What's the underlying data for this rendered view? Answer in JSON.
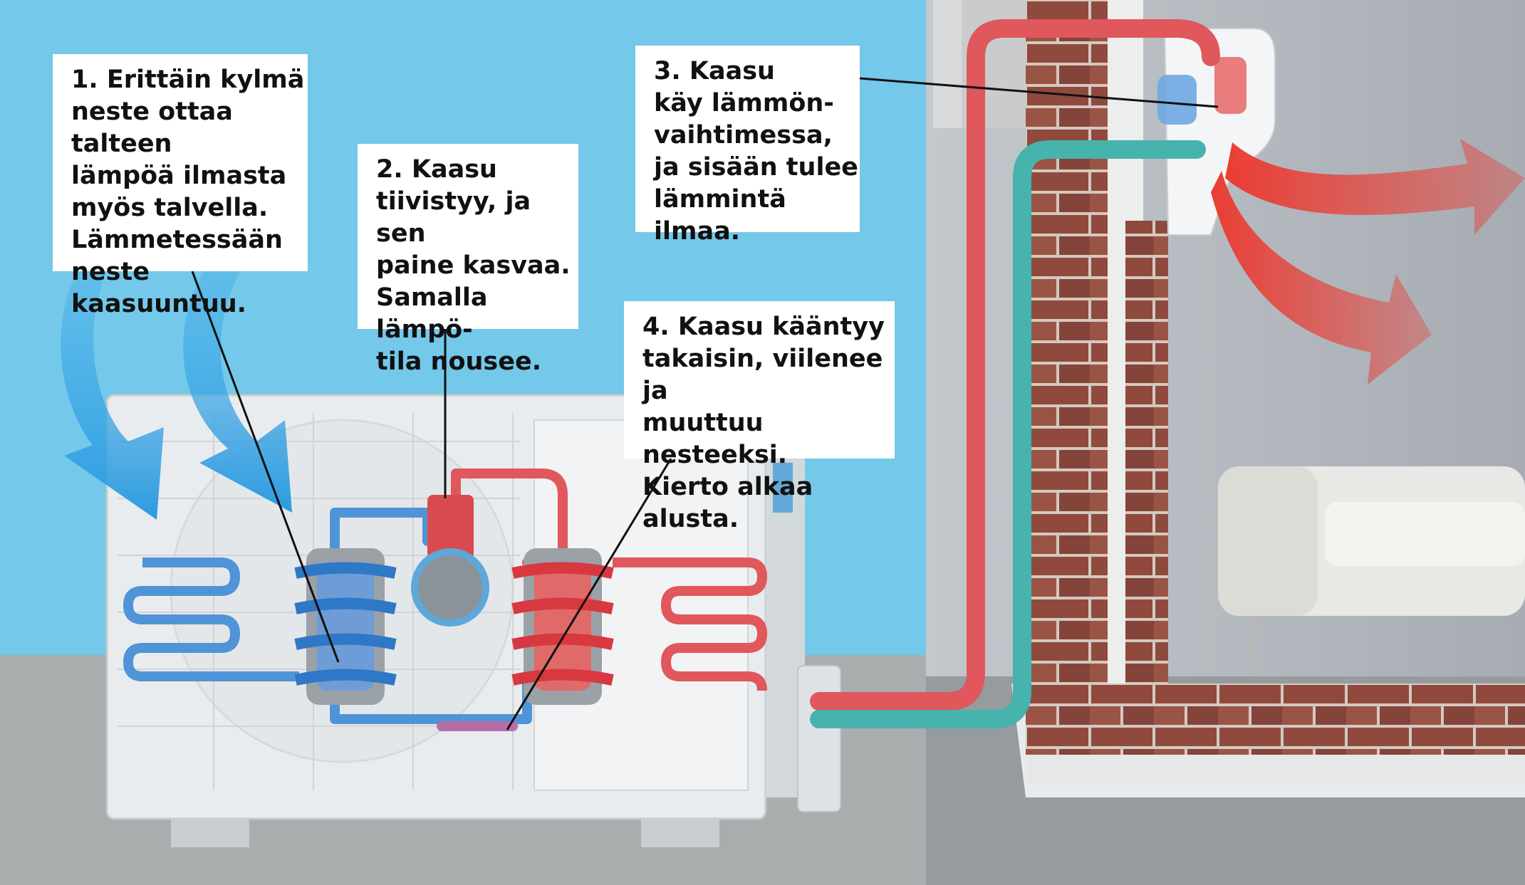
{
  "labels": [
    {
      "id": "step-1",
      "text": "1. Erittäin kylmä\nneste ottaa talteen\nlämpöä ilmasta\nmyös talvella.\nLämmetessään\nneste kaasuuntuu."
    },
    {
      "id": "step-2",
      "text": "2. Kaasu\ntiivistyy, ja sen\npaine kasvaa.\nSamalla lämpö-\ntila nousee."
    },
    {
      "id": "step-3",
      "text": "3. Kaasu\nkäy lämmön-\nvaihtimessa,\nja sisään tulee\nlämmintä ilmaa."
    },
    {
      "id": "step-4",
      "text": "4. Kaasu kääntyy\ntakaisin, viilenee ja\nmuuttuu nesteeksi.\nKierto alkaa alusta."
    }
  ],
  "colors": {
    "sky": "#74c8ea",
    "ground": "#a9adae",
    "hot_pipe": "#e0575c",
    "cold_pipe": "#4f94d6",
    "return_pipe": "#46b3ad",
    "brick": "#8f4a3d",
    "warm_air": "#ea3c33",
    "cold_air": "#3aa9e9",
    "interior_wall": "#b6bcc2"
  },
  "icons": [
    "cold-air-arrow",
    "warm-air-arrow",
    "evaporator-coil",
    "condenser-coil",
    "compressor",
    "indoor-unit",
    "sofa"
  ]
}
